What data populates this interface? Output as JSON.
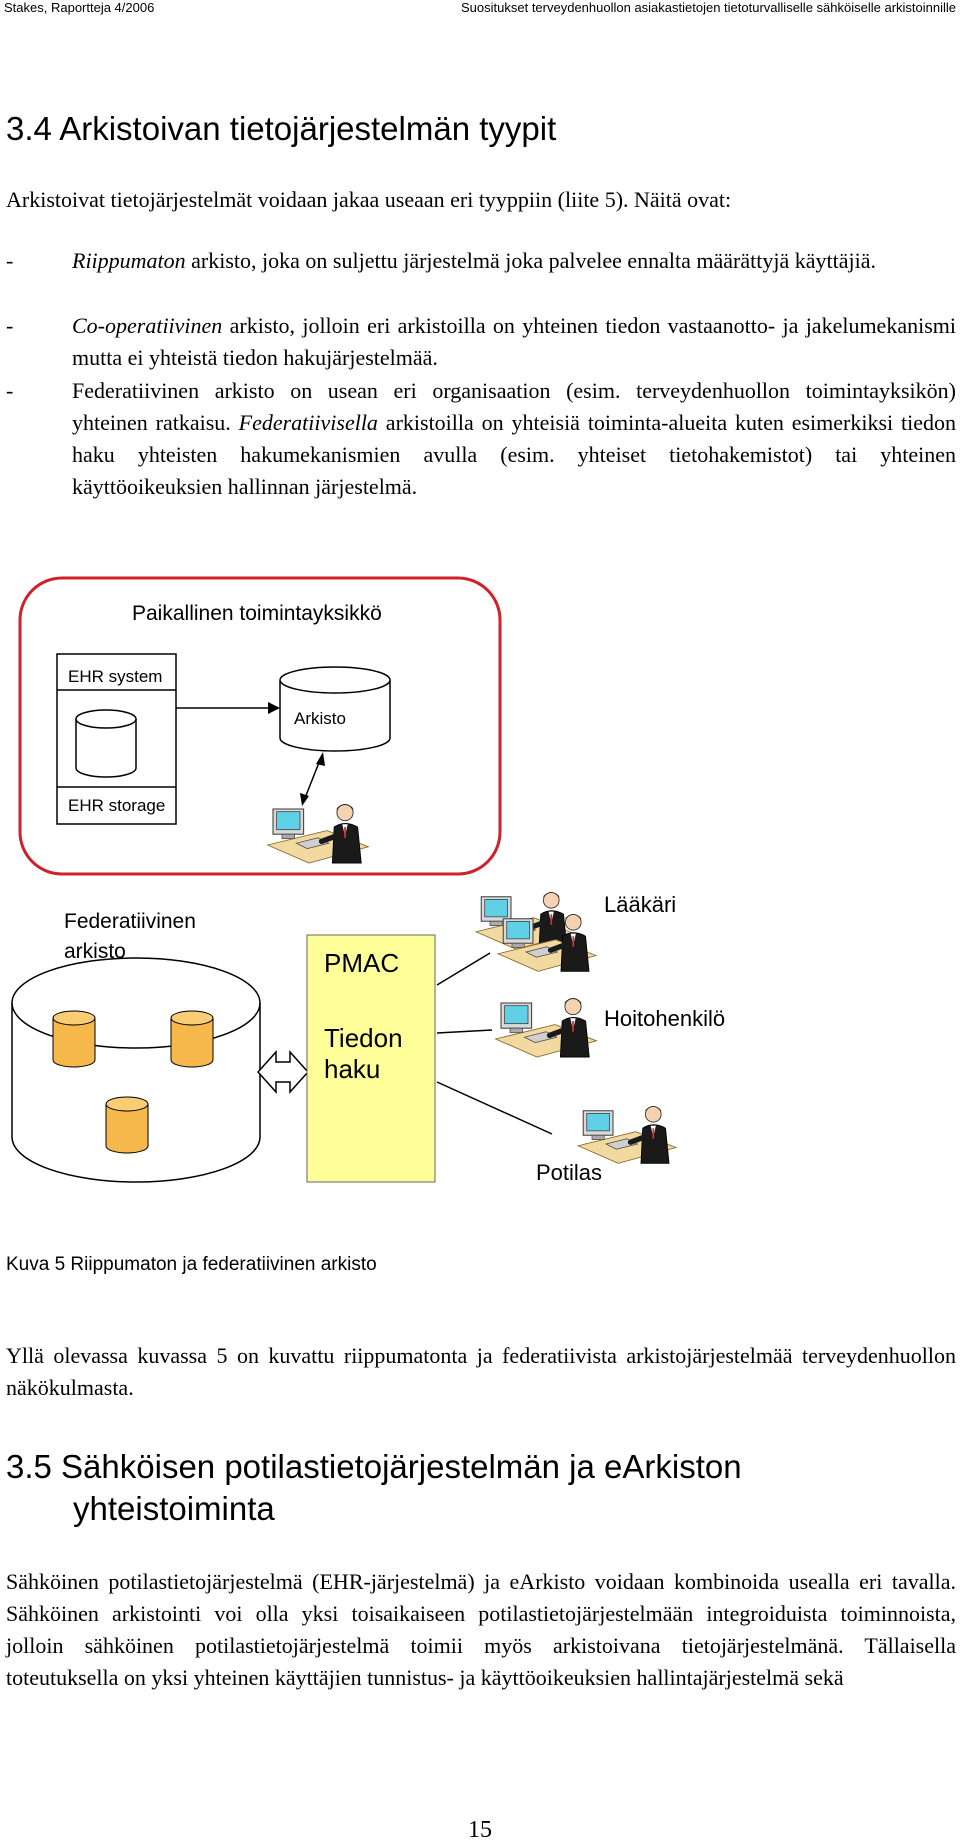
{
  "header": {
    "left": "Stakes, Raportteja 4/2006",
    "right": "Suositukset terveydenhuollon asiakastietojen tietoturvalliselle sähköiselle arkistoinnille"
  },
  "section_34": {
    "title": "3.4 Arkistoivan tietojärjestelmän tyypit",
    "intro": "Arkistoivat tietojärjestelmät voidaan jakaa useaan eri tyyppiin (liite 5). Näitä ovat:",
    "bullets": [
      {
        "dash": "-",
        "em": "Riippumaton",
        "rest": " arkisto, joka on suljettu järjestelmä joka palvelee ennalta määrättyjä käyttäjiä."
      },
      {
        "dash": "-",
        "em": "Co-operatiivinen",
        "rest": " arkisto, jolloin eri arkistoilla on yhteinen tiedon vastaanotto- ja jakelumekanismi mutta ei yhteistä tiedon hakujärjestelmää."
      },
      {
        "dash": "-",
        "pre": "Federatiivinen arkisto on usean eri organisaation (esim. terveydenhuollon toimintayksikön) yhteinen ratkaisu. ",
        "em": "Federatiivisella",
        "rest": " arkistoilla on yhteisiä toiminta-alueita kuten esimerkiksi tiedon haku yhteisten hakumekanismien avulla (esim. yhteiset tietohakemistot) tai yhteinen käyttöoikeuksien hallinnan järjestelmä."
      }
    ]
  },
  "figure": {
    "local_unit_label": "Paikallinen toimintayksikkö",
    "ehr_system_label": "EHR system",
    "ehr_storage_label": "EHR storage",
    "arkisto_label": "Arkisto",
    "federated_label_line1": "Federatiivinen",
    "federated_label_line2": "arkisto",
    "pmac_label": "PMAC",
    "search_label_line1": "Tiedon",
    "search_label_line2": "haku",
    "doctor_label": "Lääkäri",
    "nurse_label": "Hoitohenkilö",
    "patient_label": "Potilas",
    "colors": {
      "frame_red": "#d0202a",
      "pmac_fill": "#ffff99",
      "cylinder_orange": "#f6b84b"
    }
  },
  "caption": "Kuva 5 Riippumaton ja federatiivinen arkisto",
  "after_figure": "Yllä olevassa kuvassa 5 on kuvattu riippumatonta ja federatiivista arkistojärjestelmää terveydenhuollon näkökulmasta.",
  "section_35": {
    "title_line1": "3.5 Sähköisen potilastietojärjestelmän ja eArkiston",
    "title_line2": "yhteistoiminta",
    "body": "Sähköinen potilastietojärjestelmä (EHR-järjestelmä) ja eArkisto voidaan kombinoida usealla eri tavalla. Sähköinen arkistointi voi olla yksi toisaikaiseen potilastietojärjestelmään integroiduista toiminnoista, jolloin sähköinen potilastietojärjestelmä toimii myös arkistoivana tietojärjestelmänä. Tällaisella toteutuksella on yksi yhteinen käyttäjien tunnistus- ja käyttöoikeuksien hallintajärjestelmä sekä"
  },
  "page_number": "15"
}
